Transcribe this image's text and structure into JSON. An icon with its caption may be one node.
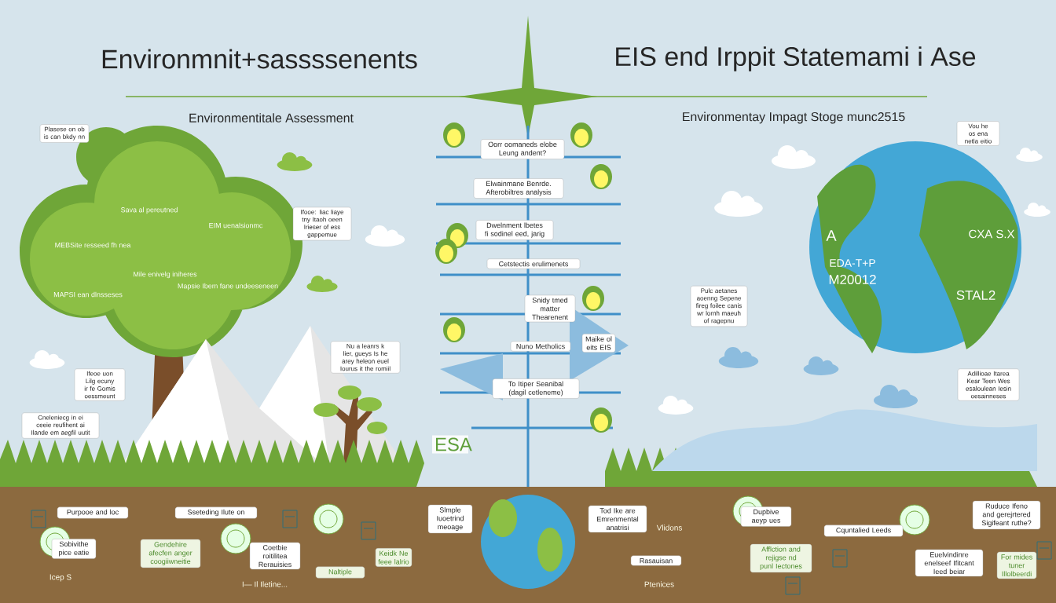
{
  "diagram": {
    "title": "Environmnit+sassssenents",
    "nodes": [
      {
        "text": [
          "Plasese on ob is can bkdy nn"
        ]
      },
      {
        "text": [
          "Ifooe: liac liaye tny Itaoh oeen Irieser of ess gappemue"
        ]
      },
      {
        "text": [
          "Nu a leanrs k lier, gueys Is he arey heleon euel Iourus it the romiil"
        ]
      },
      {
        "text": [
          "Ifeoe uon Lilg ecuny ir fe Gomis oessmeunt"
        ]
      },
      {
        "text": [
          "Cneleniecg in ei ceeie reufihent ai Ilande em aegfil uutit"
        ]
      },
      {
        "text": [
          "Oorr oomaneds elobe Leung andent?"
        ]
      },
      {
        "text": [
          "Elwainmane Benrde. Afterobiltres analysis"
        ]
      },
      {
        "text": [
          "Dwelnment lbetes fi sodinel eed, jarig"
        ]
      },
      {
        "text": [
          "Cetstectis erulimenets"
        ]
      },
      {
        "text": [
          "Snidy tmed matter Thearenent"
        ]
      },
      {
        "text": [
          "Nuno Metholics"
        ]
      },
      {
        "text": [
          "Maike ol eits EIS"
        ]
      },
      {
        "text": [
          "To Itiper Seanibal (dagil cetleneme)"
        ]
      },
      {
        "text": [
          "ESA"
        ]
      },
      {
        "text": [
          "Vou he os ena netla eitio"
        ]
      },
      {
        "text": [
          "Pulc aetanes aoenng Sepene fireg foilee canis wr lornh maeuh of ragepnu"
        ]
      },
      {
        "text": [
          "Adillioae Itarea Kear Teen Wes esaloulean Iesin oesainneses"
        ]
      },
      {
        "text": [
          "Purpooe and loc"
        ]
      },
      {
        "text": [
          "Sobivithe pice eatie"
        ]
      },
      {
        "text": [
          "Sseteding Ilute on"
        ]
      },
      {
        "text": [
          "Gendehire afecfen anger coogiiwneitie"
        ]
      },
      {
        "text": [
          "Coetbie roitilitea Rerauisies"
        ]
      },
      {
        "text": [
          "Slmple Iuoetrind meoage"
        ]
      },
      {
        "text": [
          "Naltiple"
        ]
      },
      {
        "text": [
          "Keidk Ne feee lalrio"
        ]
      },
      {
        "text": [
          "Tod Ike are Emrenmental anatrisi"
        ]
      },
      {
        "text": [
          "Dupbive aeyp ues"
        ]
      },
      {
        "text": [
          "Rasauisan"
        ]
      },
      {
        "text": [
          "Afflction and rejigse nd punl Iectones"
        ]
      },
      {
        "text": [
          "Cquntalied Leeds"
        ]
      },
      {
        "text": [
          "Ruduce Ifeno and gerejrtered Sigifeant ruthe?"
        ]
      },
      {
        "text": [
          "Euelvindinre enelseef Ifitcant Ieed beiar"
        ]
      },
      {
        "text": [
          "For mides tuner Illolbeerdi"
        ]
      }
    ],
    "labels": [
      "EIS end Irppit Statemami i Ase",
      "Environmentitale Assessment",
      "Environmentay Impagt Stoge munc2515",
      "Sava al pereutned",
      "EIM uenalsionmc",
      "MEBSite resseed fh nea",
      "Mile enivelg iniheres",
      "MAPSI ean dlnsseses",
      "Mapsie Ibem fane undeeseneen",
      "A",
      "EDA-T+P",
      "M20012",
      "CXA S.X",
      "STAL2",
      "Icep S",
      "I— Il Iletine...",
      "Vlidons",
      "Ptenices"
    ]
  }
}
